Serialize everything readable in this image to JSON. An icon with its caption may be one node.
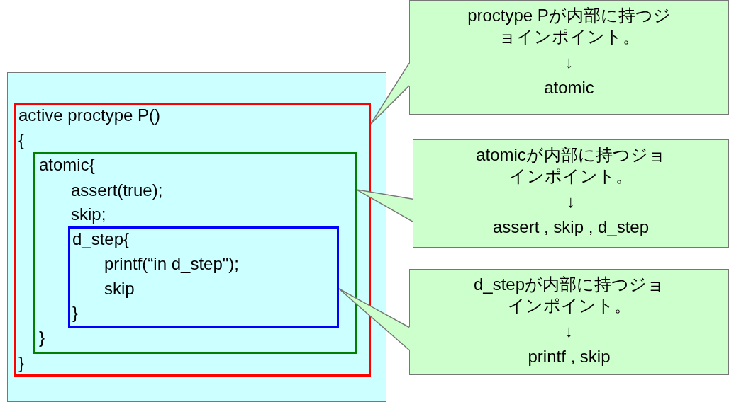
{
  "diagram": {
    "nodes": [
      {
        "text": [],
        "shape": "box"
      },
      {
        "text": [
          "active proctype P()",
          "{",
          "}"
        ],
        "in": 0
      },
      {
        "text": [
          "atomic{",
          "assert(true);",
          "skip;",
          "}"
        ],
        "in": 1
      },
      {
        "text": [
          "d_step{",
          "printf(“in d_step\");",
          "skip",
          "}"
        ],
        "in": 2
      },
      {
        "text": [
          "proctype Pが内部に持つジョインポイント。",
          "↓",
          "atomic"
        ]
      },
      {
        "text": [
          "atomicが内部に持つジョインポイント。",
          "↓",
          "assert , skip , d_step"
        ]
      },
      {
        "text": [
          "d_stepが内部に持つジョインポイント。",
          "↓",
          "printf , skip"
        ]
      }
    ],
    "edges": [
      {
        "from": 4,
        "to": 1,
        "arrow": "none"
      },
      {
        "from": 5,
        "to": 2,
        "arrow": "none"
      },
      {
        "from": 6,
        "to": 3,
        "arrow": "none"
      }
    ]
  }
}
